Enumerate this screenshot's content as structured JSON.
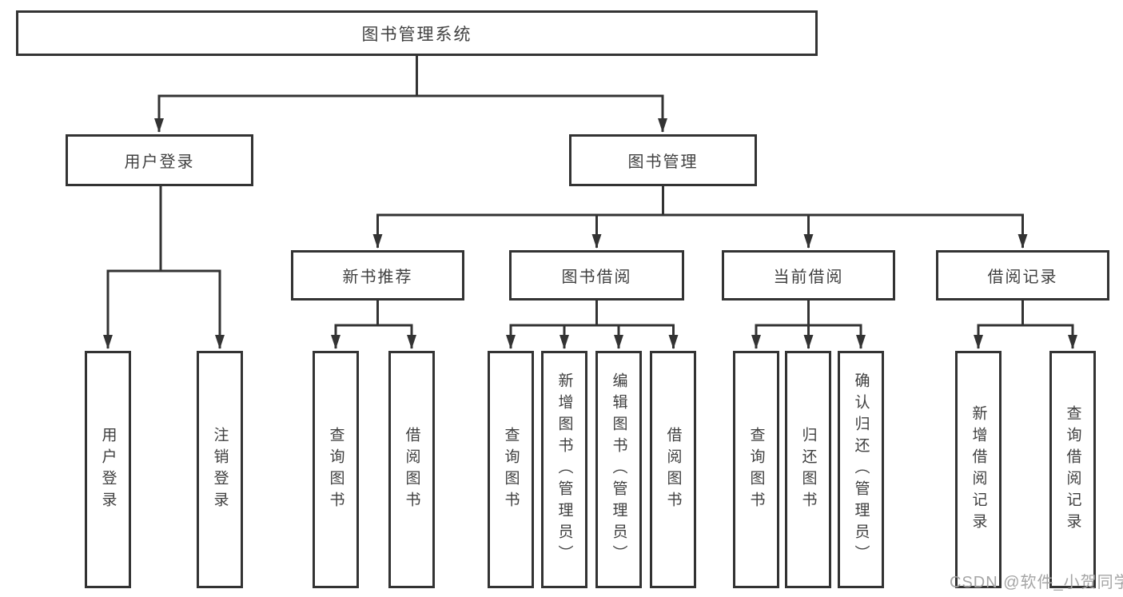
{
  "diagram": {
    "type": "hierarchy",
    "levels": 4
  },
  "tree": {
    "root": {
      "label": "图书管理系统",
      "children": [
        {
          "label": "用户登录",
          "children": [
            {
              "label": "用户登录"
            },
            {
              "label": "注销登录"
            }
          ]
        },
        {
          "label": "图书管理",
          "children": [
            {
              "label": "新书推荐",
              "children": [
                {
                  "label": "查询图书"
                },
                {
                  "label": "借阅图书"
                }
              ]
            },
            {
              "label": "图书借阅",
              "children": [
                {
                  "label": "查询图书"
                },
                {
                  "label": "新增图书（管理员）"
                },
                {
                  "label": "编辑图书（管理员）"
                },
                {
                  "label": "借阅图书"
                }
              ]
            },
            {
              "label": "当前借阅",
              "children": [
                {
                  "label": "查询图书"
                },
                {
                  "label": "归还图书"
                },
                {
                  "label": "确认归还（管理员）"
                }
              ]
            },
            {
              "label": "借阅记录",
              "children": [
                {
                  "label": "新增借阅记录"
                },
                {
                  "label": "查询借阅记录"
                }
              ]
            }
          ]
        }
      ]
    }
  },
  "watermark": {
    "text": "CSDN @软件_小贺同学"
  },
  "colors": {
    "line": "#333333",
    "box_fill": "#ffffff",
    "text": "#404040",
    "watermark": "#a5a5a5",
    "background": "#ffffff"
  }
}
